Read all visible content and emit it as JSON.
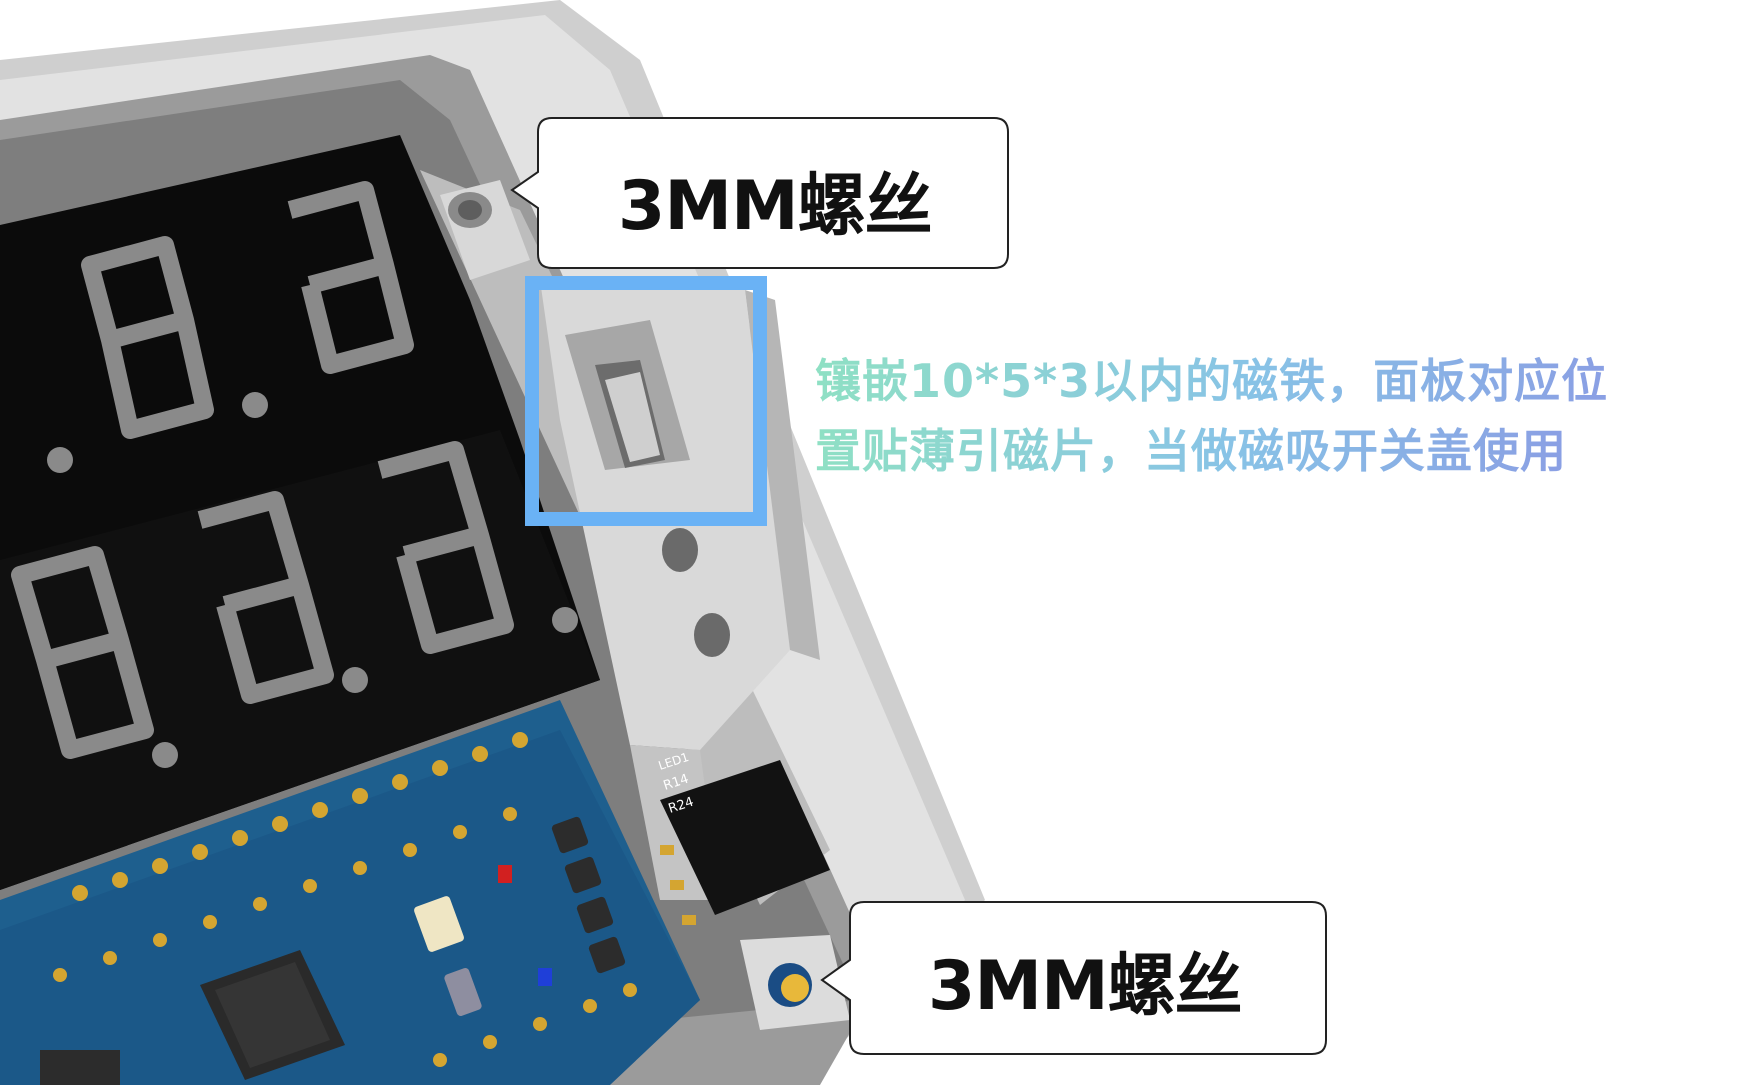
{
  "callouts": {
    "top_label": "3MM螺丝",
    "bottom_label": "3MM螺丝"
  },
  "description": {
    "line1": "镶嵌10*5*3以内的磁铁，面板对应位",
    "line2": "置贴薄引磁片，当做磁吸开关盖使用"
  },
  "pcb_silkscreen": {
    "r14": "R14",
    "r24": "R24",
    "led": "LED1"
  },
  "colors": {
    "highlight_box": "#6ab2f5",
    "pcb": "#1e5f8e",
    "display": "#0b0b0b",
    "segment": "#8a8a8a",
    "enclosure": "#d4d4d4"
  }
}
